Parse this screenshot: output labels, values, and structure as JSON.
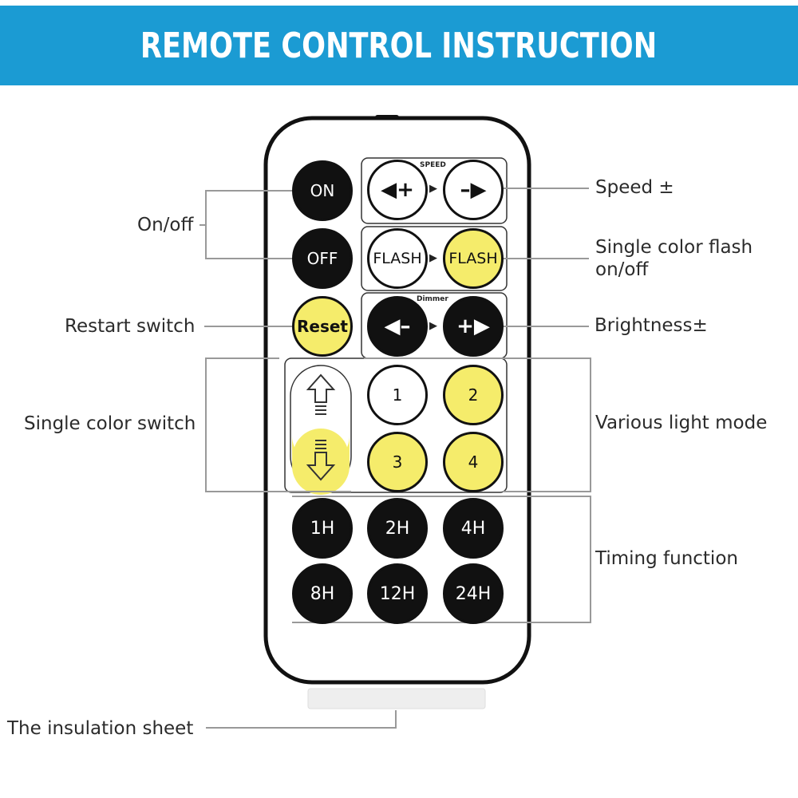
{
  "banner": {
    "title": "REMOTE CONTROL INSTRUCTION",
    "color": "#1b9bd3"
  },
  "labels": {
    "on_off": "On/off",
    "restart": "Restart switch",
    "single_color_switch": "Single color switch",
    "insulation": "The insulation sheet",
    "speed": "Speed ±",
    "flash_line1": "Single color flash",
    "flash_line2": "on/off",
    "brightness": "Brightness±",
    "light_mode": "Various light mode",
    "timing": "Timing function"
  },
  "remote": {
    "speed_caption": "SPEED",
    "dimmer_caption": "Dimmer",
    "buttons": {
      "on": "ON",
      "off": "OFF",
      "reset": "Reset",
      "speed_plus": "◀+",
      "speed_minus": "–▶",
      "flash_a": "FLASH",
      "flash_b": "FLASH",
      "dim_minus": "◀–",
      "dim_plus": "+▶",
      "mode_1": "1",
      "mode_2": "2",
      "mode_3": "3",
      "mode_4": "4",
      "t_1h": "1H",
      "t_2h": "2H",
      "t_4h": "4H",
      "t_8h": "8H",
      "t_12h": "12H",
      "t_24h": "24H"
    },
    "icons": {
      "up": "up-arrow-icon",
      "down": "down-arrow-icon"
    }
  },
  "colors": {
    "yellow": "#f5ec6b",
    "black": "#111111",
    "line": "#999999"
  }
}
